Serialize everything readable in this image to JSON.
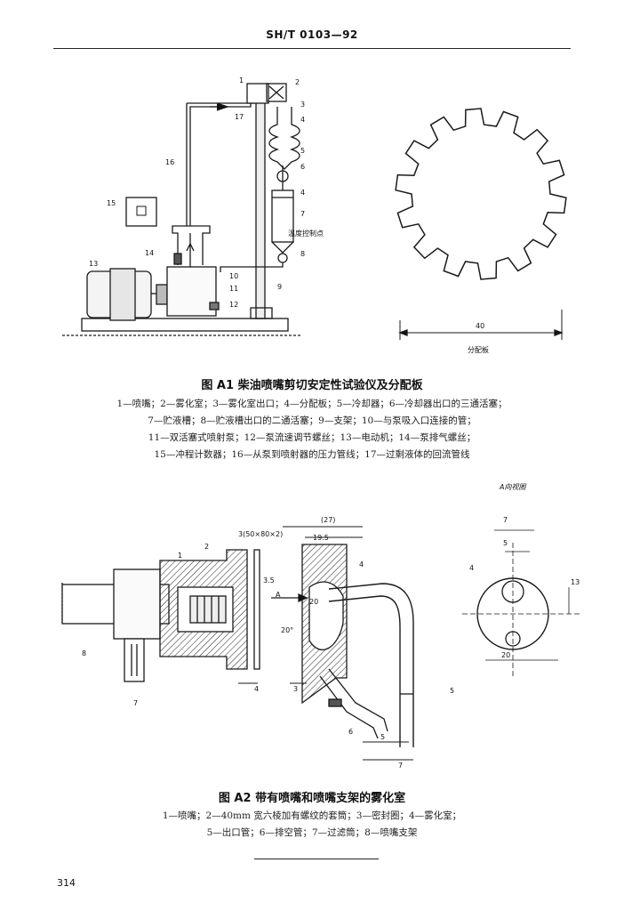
{
  "header": {
    "doc_code": "SH/T 0103—92"
  },
  "figure_a1": {
    "caption": "图 A1   柴油喷嘴剪切安定性试验仪及分配板",
    "legend": [
      "1—喷嘴；2—雾化室；3—雾化室出口；4—分配板；5—冷却器；6—冷却器出口的三通活塞；",
      "7—贮液槽；8—贮液槽出口的二通活塞；9—支架；10—与泵吸入口连接的管；",
      "11—双活塞式喷射泵；12—泵流速调节螺丝；13—电动机；14—泵排气螺丝；",
      "15—冲程计数器；16—从泵到喷射器的压力管线；17—过剩液体的回流管线"
    ],
    "callouts": [
      "1",
      "2",
      "3",
      "4",
      "5",
      "6",
      "4",
      "7",
      "8",
      "9",
      "10",
      "11",
      "12",
      "13",
      "14",
      "15",
      "16",
      "17"
    ],
    "temp_point_label": "温度控制点",
    "plate_dim": "40",
    "plate_label": "分配板"
  },
  "figure_a2": {
    "view_label": "A向视图",
    "caption": "图 A2   带有喷嘴和喷嘴支架的雾化室",
    "legend": [
      "1—喷嘴；2—40mm 宽六棱加有螺纹的套筒；3—密封圈；4—雾化室；",
      "5—出口管；6—排空管；7—过滤筒；8—喷嘴支架"
    ],
    "dims": {
      "seal": "3(50×80×2)",
      "d27": "(27)",
      "d19_5": "19.5",
      "d3_5": "3.5",
      "d20a": "20",
      "d20deg": "20°",
      "d3": "3",
      "d4": "4",
      "d5": "5",
      "d7": "7",
      "view_7": "7",
      "view_5": "5",
      "view_13": "13",
      "view_20": "20",
      "arrow_a": "A"
    },
    "callouts": [
      "1",
      "2",
      "3",
      "4",
      "5",
      "6",
      "7",
      "8"
    ]
  },
  "page_number": "314"
}
